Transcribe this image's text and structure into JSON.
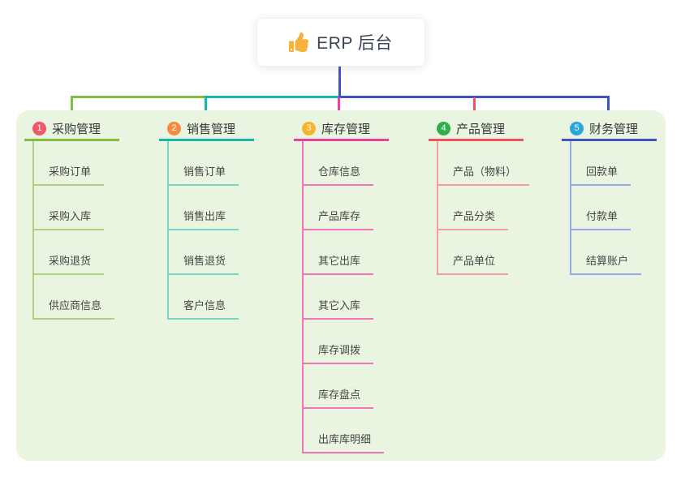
{
  "root": {
    "label": "ERP 后台",
    "icon": "thumbs-up-icon",
    "icon_color": "#f5b33b"
  },
  "colors": {
    "canvas_bg": "#ffffff",
    "panel_bg": "#e9f5e1",
    "root_connector": "#4353c6",
    "root_text": "#3b4454"
  },
  "branches": [
    {
      "index": "1",
      "title": "采购管理",
      "badge_color": "#f1566a",
      "line_color": "#84bb41",
      "child_line_color": "#abd380",
      "children": [
        "采购订单",
        "采购入库",
        "采购退货",
        "供应商信息"
      ]
    },
    {
      "index": "2",
      "title": "销售管理",
      "badge_color": "#f78c3f",
      "line_color": "#16b8ab",
      "child_line_color": "#7cd2c9",
      "children": [
        "销售订单",
        "销售出库",
        "销售退货",
        "客户信息"
      ]
    },
    {
      "index": "3",
      "title": "库存管理",
      "badge_color": "#f7b32c",
      "line_color": "#e8409c",
      "child_line_color": "#f077b7",
      "children": [
        "仓库信息",
        "产品库存",
        "其它出库",
        "其它入库",
        "库存调拨",
        "库存盘点",
        "出库库明细"
      ]
    },
    {
      "index": "4",
      "title": "产品管理",
      "badge_color": "#2fae4a",
      "line_color": "#f4515c",
      "child_line_color": "#f79aa1",
      "children": [
        "产品（物料）",
        "产品分类",
        "产品单位"
      ]
    },
    {
      "index": "5",
      "title": "财务管理",
      "badge_color": "#29a6dd",
      "line_color": "#4053c4",
      "child_line_color": "#96abdf",
      "children": [
        "回款单",
        "付款单",
        "结算账户"
      ]
    }
  ]
}
